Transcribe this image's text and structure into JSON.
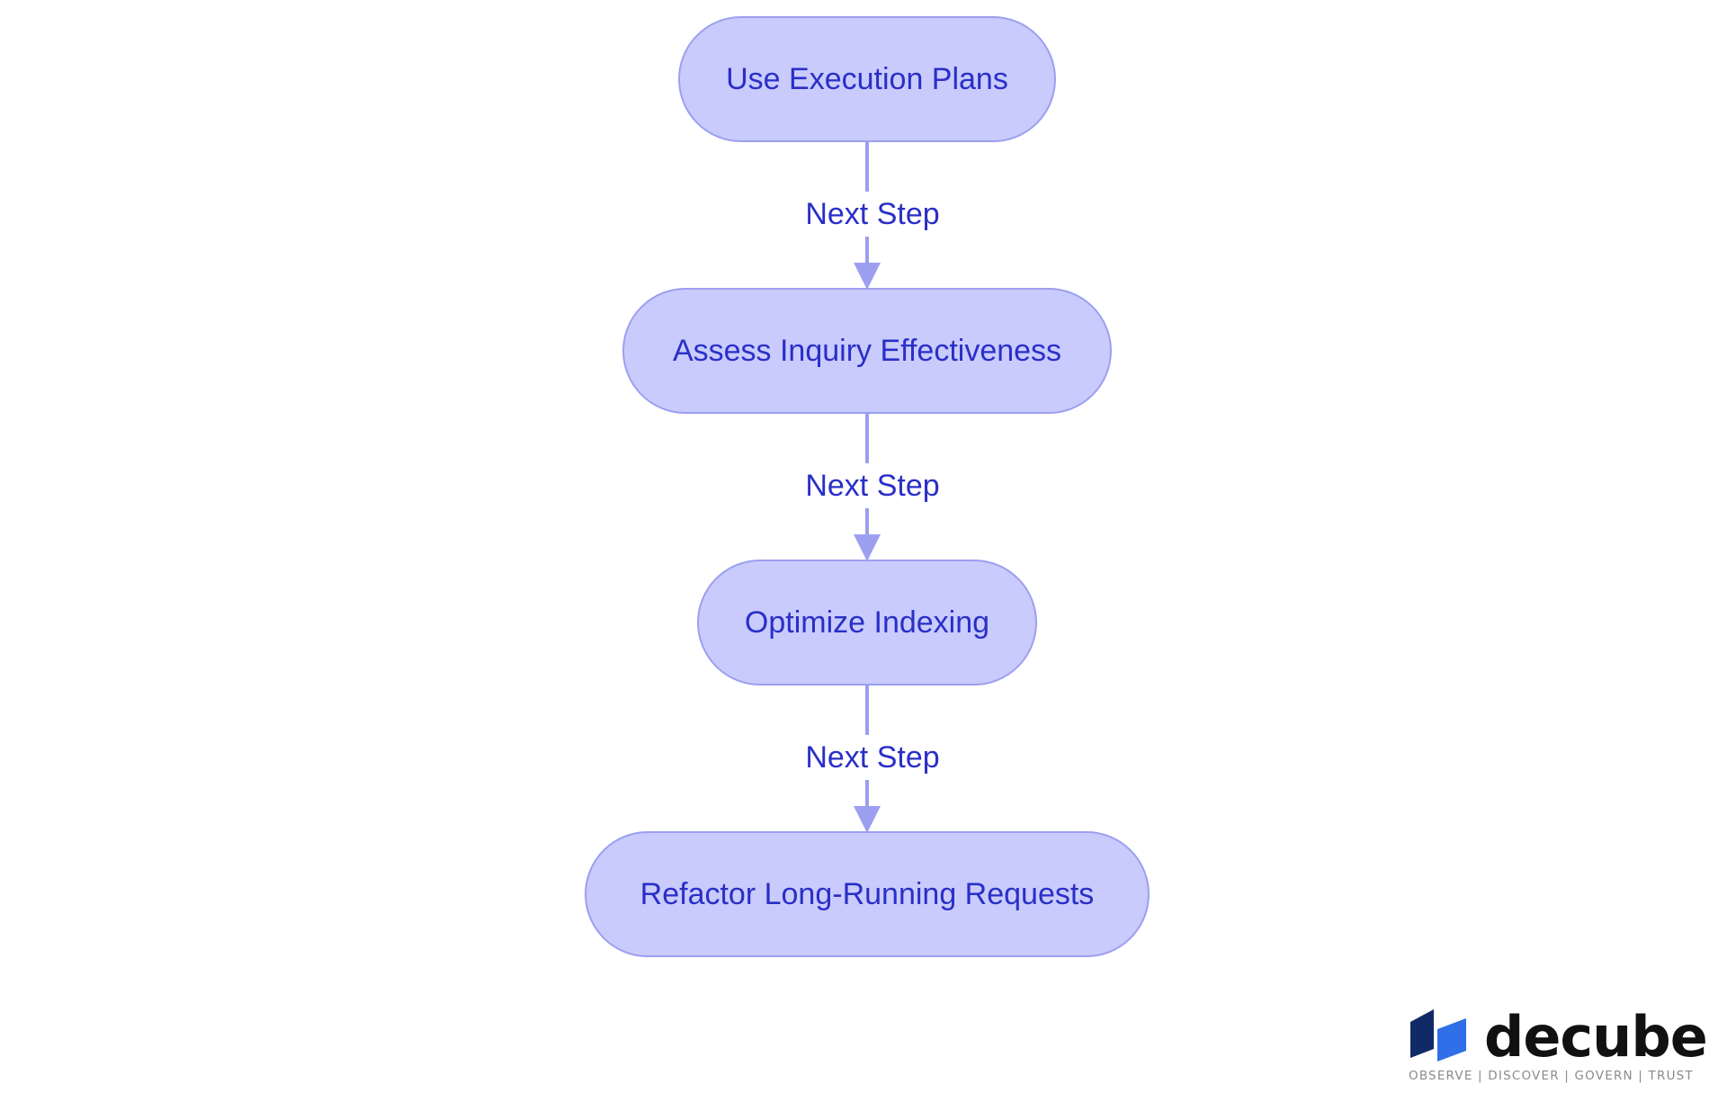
{
  "flow": {
    "nodes": [
      {
        "id": "n1",
        "label": "Use Execution Plans"
      },
      {
        "id": "n2",
        "label": "Assess Inquiry Effectiveness"
      },
      {
        "id": "n3",
        "label": "Optimize Indexing"
      },
      {
        "id": "n4",
        "label": "Refactor Long-Running Requests"
      }
    ],
    "edges": [
      {
        "from": "n1",
        "to": "n2",
        "label": "Next Step"
      },
      {
        "from": "n2",
        "to": "n3",
        "label": "Next Step"
      },
      {
        "from": "n3",
        "to": "n4",
        "label": "Next Step"
      }
    ]
  },
  "logo": {
    "wordmark": "decube",
    "tagline": "OBSERVE | DISCOVER | GOVERN | TRUST"
  },
  "colors": {
    "node_fill": "#c9cbfc",
    "node_border": "#9c9ff0",
    "text": "#2a2fc7",
    "arrow": "#9c9ff0",
    "logo_dark": "#0f2a66",
    "logo_blue": "#2f6fe8"
  }
}
